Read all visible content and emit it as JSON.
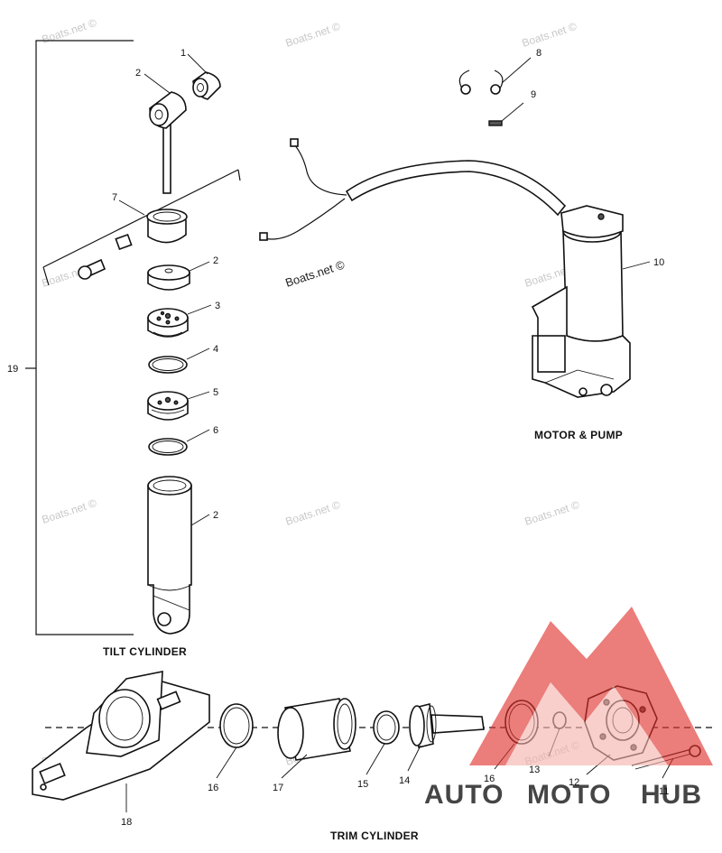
{
  "sections": {
    "tilt": "TILT CYLINDER",
    "motor": "MOTOR & PUMP",
    "trim": "TRIM CYLINDER"
  },
  "callouts": {
    "c1": "1",
    "c2a": "2",
    "c2b": "2",
    "c2c": "2",
    "c3": "3",
    "c4": "4",
    "c5": "5",
    "c6": "6",
    "c7": "7",
    "c8": "8",
    "c9": "9",
    "c10": "10",
    "c11": "11",
    "c12": "12",
    "c13": "13",
    "c14": "14",
    "c15": "15",
    "c16a": "16",
    "c16b": "16",
    "c17": "17",
    "c18": "18",
    "c19": "19"
  },
  "watermarks": {
    "text": "Boats.net ©"
  },
  "logo": {
    "part1": "AUTO",
    "part2": "MOTO",
    "part3": "HUB",
    "color_red": "#e0302a",
    "color_orange": "#f2a530",
    "color_dark": "#333333"
  }
}
